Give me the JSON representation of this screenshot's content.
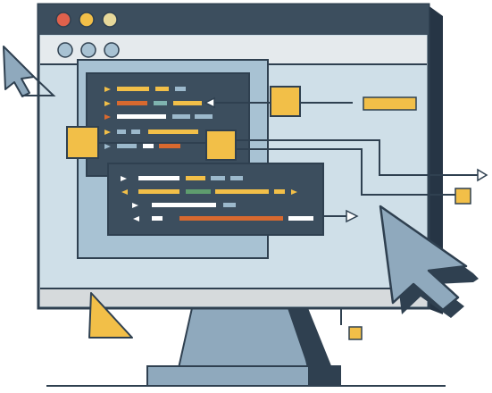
{
  "palette": {
    "navy": "#2f4050",
    "dark_navy": "#263545",
    "bezel": "#3c4e5e",
    "screen_bg": "#cfdfe8",
    "panel": "#a8c2d3",
    "panel_border": "#2f4050",
    "grey_bar": "#d6dadc",
    "yellow": "#f2bf48",
    "orange": "#d8692f",
    "red": "#e0614c",
    "teal": "#7fb3b0",
    "green": "#5e9d6e",
    "light_blue": "#9cb9cc",
    "white": "#ffffff",
    "stand": "#8fa9bd"
  },
  "window_controls": [
    "red-dot",
    "yellow-dot",
    "green-dot"
  ],
  "browser_controls": [
    "dot-1",
    "dot-2",
    "dot-3"
  ],
  "icons": {
    "cursor_small": "arrow-cursor-icon",
    "cursor_large": "arrow-cursor-icon"
  }
}
